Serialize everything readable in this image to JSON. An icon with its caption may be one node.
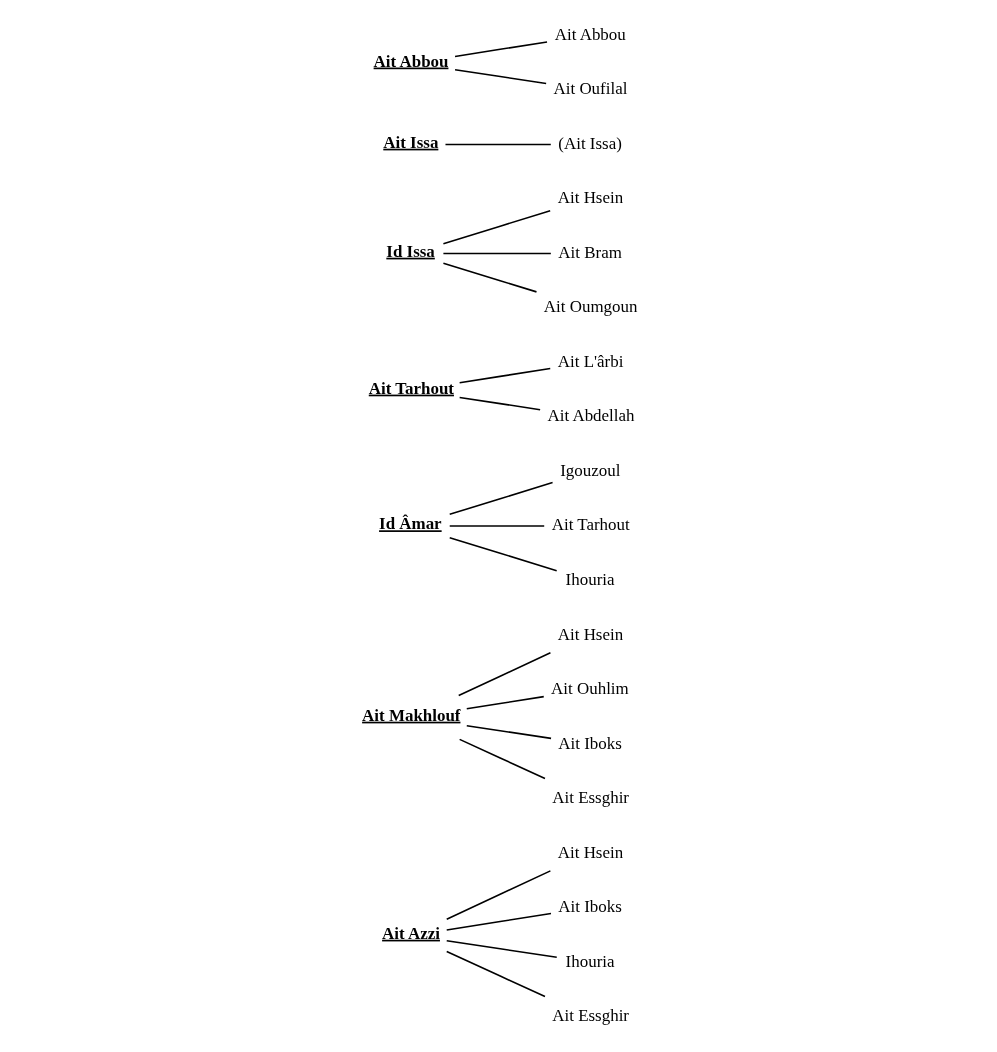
{
  "diagram": {
    "nodes": [
      {
        "text": [
          "Ait Azzi"
        ]
      },
      {
        "text": [
          "Ait Hsein"
        ]
      },
      {
        "text": [
          "Ait Iboks"
        ]
      },
      {
        "text": [
          "Ihouria"
        ]
      },
      {
        "text": [
          "Ait Essghir"
        ]
      },
      {
        "text": [
          "Ait Makhlouf"
        ]
      },
      {
        "text": [
          "Ait Hsein"
        ]
      },
      {
        "text": [
          "Ait Ouhlim"
        ]
      },
      {
        "text": [
          "Ait Iboks"
        ]
      },
      {
        "text": [
          "Ait Essghir"
        ]
      },
      {
        "text": [
          "Id Âmar"
        ]
      },
      {
        "text": [
          "Igouzoul"
        ]
      },
      {
        "text": [
          "Ait Tarhout"
        ]
      },
      {
        "text": [
          "Ihouria"
        ]
      },
      {
        "text": [
          "Ait Tarhout"
        ]
      },
      {
        "text": [
          "Ait L'ârbi"
        ]
      },
      {
        "text": [
          "Ait Abdellah"
        ]
      },
      {
        "text": [
          "Id Issa"
        ]
      },
      {
        "text": [
          "Ait Hsein"
        ]
      },
      {
        "text": [
          "Ait Bram"
        ]
      },
      {
        "text": [
          "Ait Oumgoun"
        ]
      },
      {
        "text": [
          "Ait Issa"
        ]
      },
      {
        "text": [
          "(Ait Issa)"
        ]
      },
      {
        "text": [
          "Ait Abbou"
        ]
      },
      {
        "text": [
          "Ait Abbou"
        ]
      },
      {
        "text": [
          "Ait Oufilal"
        ]
      }
    ],
    "edges": [
      {
        "from": 0,
        "to": 1,
        "arrow": "none"
      },
      {
        "from": 0,
        "to": 2,
        "arrow": "none"
      },
      {
        "from": 0,
        "to": 3,
        "arrow": "none"
      },
      {
        "from": 0,
        "to": 4,
        "arrow": "none"
      },
      {
        "from": 5,
        "to": 6,
        "arrow": "none"
      },
      {
        "from": 5,
        "to": 7,
        "arrow": "none"
      },
      {
        "from": 5,
        "to": 8,
        "arrow": "none"
      },
      {
        "from": 5,
        "to": 9,
        "arrow": "none"
      },
      {
        "from": 10,
        "to": 11,
        "arrow": "none"
      },
      {
        "from": 10,
        "to": 12,
        "arrow": "none"
      },
      {
        "from": 10,
        "to": 13,
        "arrow": "none"
      },
      {
        "from": 14,
        "to": 15,
        "arrow": "none"
      },
      {
        "from": 14,
        "to": 16,
        "arrow": "none"
      },
      {
        "from": 17,
        "to": 18,
        "arrow": "none"
      },
      {
        "from": 17,
        "to": 19,
        "arrow": "none"
      },
      {
        "from": 17,
        "to": 20,
        "arrow": "none"
      },
      {
        "from": 21,
        "to": 22,
        "arrow": "none"
      },
      {
        "from": 23,
        "to": 24,
        "arrow": "none"
      },
      {
        "from": 23,
        "to": 25,
        "arrow": "none"
      }
    ]
  }
}
